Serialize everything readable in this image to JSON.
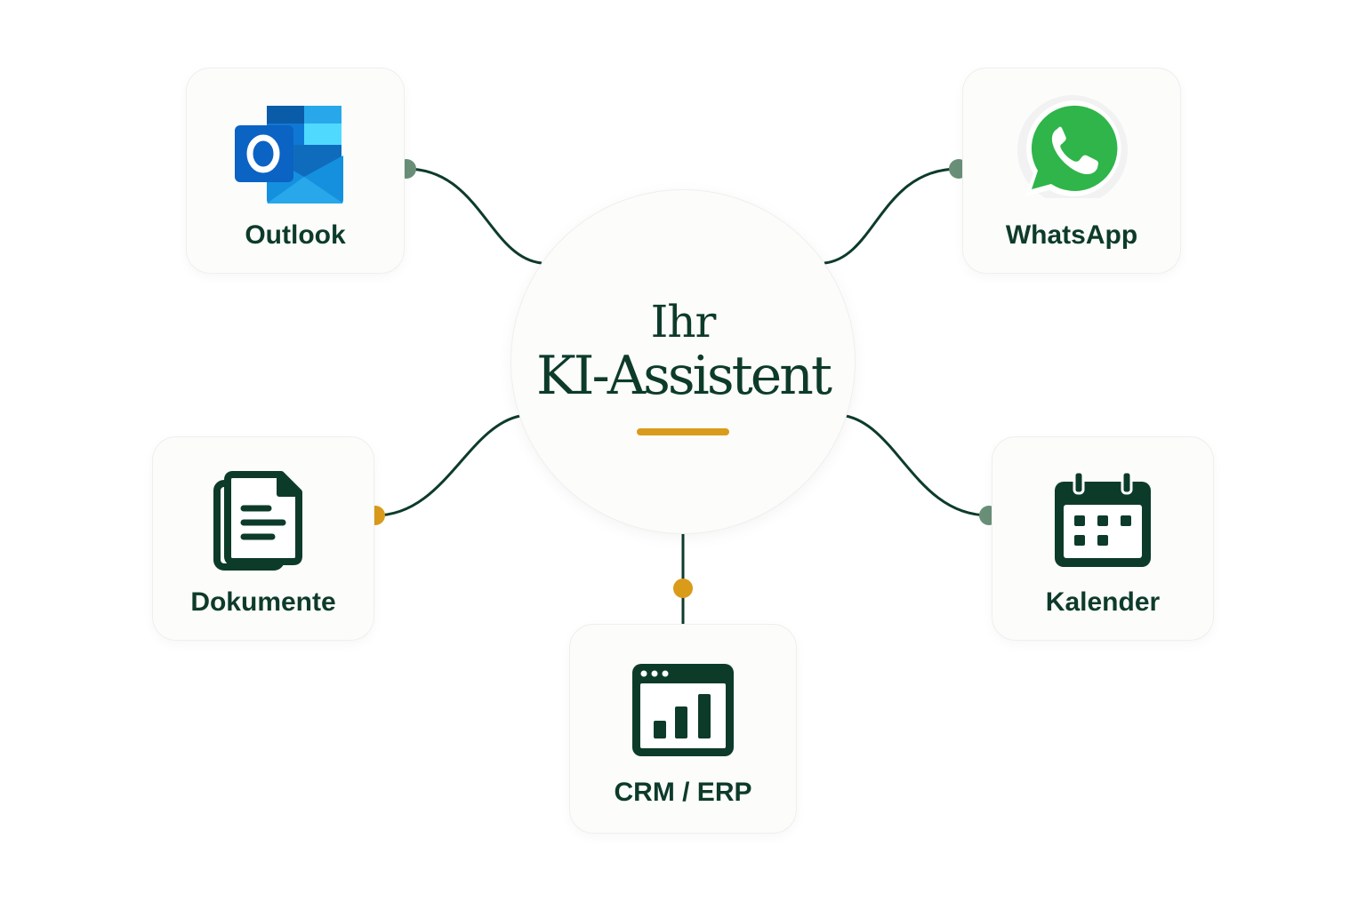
{
  "hub": {
    "line1": "Ihr",
    "line2": "KI-Assistent"
  },
  "nodes": [
    {
      "id": "outlook",
      "label": "Outlook",
      "icon": "outlook-icon"
    },
    {
      "id": "whatsapp",
      "label": "WhatsApp",
      "icon": "whatsapp-icon"
    },
    {
      "id": "documents",
      "label": "Dokumente",
      "icon": "documents-icon"
    },
    {
      "id": "calendar",
      "label": "Kalender",
      "icon": "calendar-icon"
    },
    {
      "id": "crm",
      "label": "CRM / ERP",
      "icon": "dashboard-chart-icon"
    }
  ],
  "colors": {
    "primary": "#0d3b2a",
    "accent": "#d99b19",
    "connector_dot": "#6a8f78"
  }
}
